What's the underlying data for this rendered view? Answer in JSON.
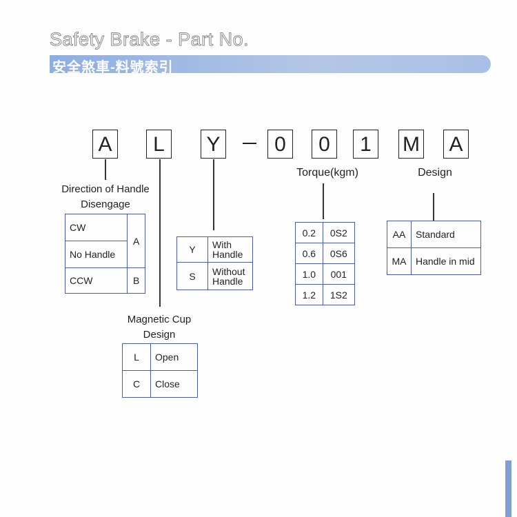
{
  "header": {
    "title": "Safety Brake - Part No.",
    "subtitle": "安全煞車-料號索引"
  },
  "code": [
    "A",
    "L",
    "Y",
    "0",
    "0",
    "1",
    "M",
    "A"
  ],
  "direction": {
    "label1": "Direction of Handle",
    "label2": "Disengage",
    "rows": [
      {
        "name": "CW"
      },
      {
        "name": "No Handle"
      },
      {
        "name": "CCW",
        "code": "B"
      }
    ],
    "code_a": "A"
  },
  "handle": {
    "rows": [
      {
        "code": "Y",
        "desc1": "With",
        "desc2": "Handle"
      },
      {
        "code": "S",
        "desc1": "Without",
        "desc2": "Handle"
      }
    ]
  },
  "magnetic": {
    "label1": "Magnetic Cup",
    "label2": "Design",
    "rows": [
      {
        "code": "L",
        "desc": "Open"
      },
      {
        "code": "C",
        "desc": "Close"
      }
    ]
  },
  "torque": {
    "label": "Torque(kgm)",
    "rows": [
      {
        "value": "0.2",
        "code": "0S2"
      },
      {
        "value": "0.6",
        "code": "0S6"
      },
      {
        "value": "1.0",
        "code": "001"
      },
      {
        "value": "1.2",
        "code": "1S2"
      }
    ]
  },
  "design": {
    "label": "Design",
    "rows": [
      {
        "code": "AA",
        "desc": "Standard"
      },
      {
        "code": "MA",
        "desc": "Handle in mid"
      }
    ]
  }
}
